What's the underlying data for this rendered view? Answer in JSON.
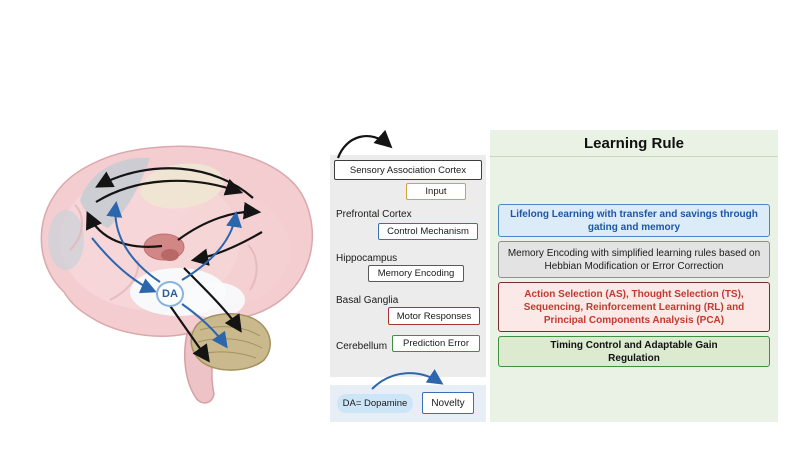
{
  "figure": {
    "da_circle_label": "DA",
    "colors": {
      "black_arrow": "#141414",
      "blue_arrow": "#2c66ad",
      "mid_panel_bg": "#ececec",
      "legend_panel_bg": "#e8eef5",
      "right_panel_bg": "#eaf1e5"
    }
  },
  "regions_panel": {
    "items": [
      {
        "region": "Sensory Association Cortex",
        "box": "Input",
        "box_border": "#d9a23c"
      },
      {
        "region": "Prefrontal Cortex",
        "box": "Control Mechanism",
        "box_border": "#3b6fb5"
      },
      {
        "region": "Hippocampus",
        "box": "Memory Encoding",
        "box_border": "#5a5a5a"
      },
      {
        "region": "Basal Ganglia",
        "box": "Motor Responses",
        "box_border": "#a83232"
      },
      {
        "region": "Cerebellum",
        "box": "Prediction Error",
        "box_border": "#3f8f3f"
      }
    ],
    "legend": {
      "dopamine": "DA= Dopamine",
      "novelty": "Novelty"
    }
  },
  "learning_panel": {
    "title": "Learning Rule",
    "rules": [
      {
        "text": "Lifelong Learning with transfer and savings through gating and memory",
        "text_color": "#1d56a8",
        "bg": "#dcebf8",
        "border": "#4a86c8"
      },
      {
        "text": "Memory Encoding with simplified learning rules based on Hebbian Modification or Error Correction",
        "text_color": "#1a1a1a",
        "bg": "#e3e3e3",
        "border": "#8f8f8f"
      },
      {
        "text": "Action Selection (AS), Thought Selection (TS), Sequencing, Reinforcement Learning (RL) and Principal Components Analysis (PCA)",
        "text_color": "#c23a2f",
        "bg": "#fae9e7",
        "border": "#7c2d2d"
      },
      {
        "text": "Timing Control and Adaptable Gain Regulation",
        "text_color": "#111111",
        "bg": "#dceacf",
        "border": "#3f8f3f"
      }
    ]
  }
}
